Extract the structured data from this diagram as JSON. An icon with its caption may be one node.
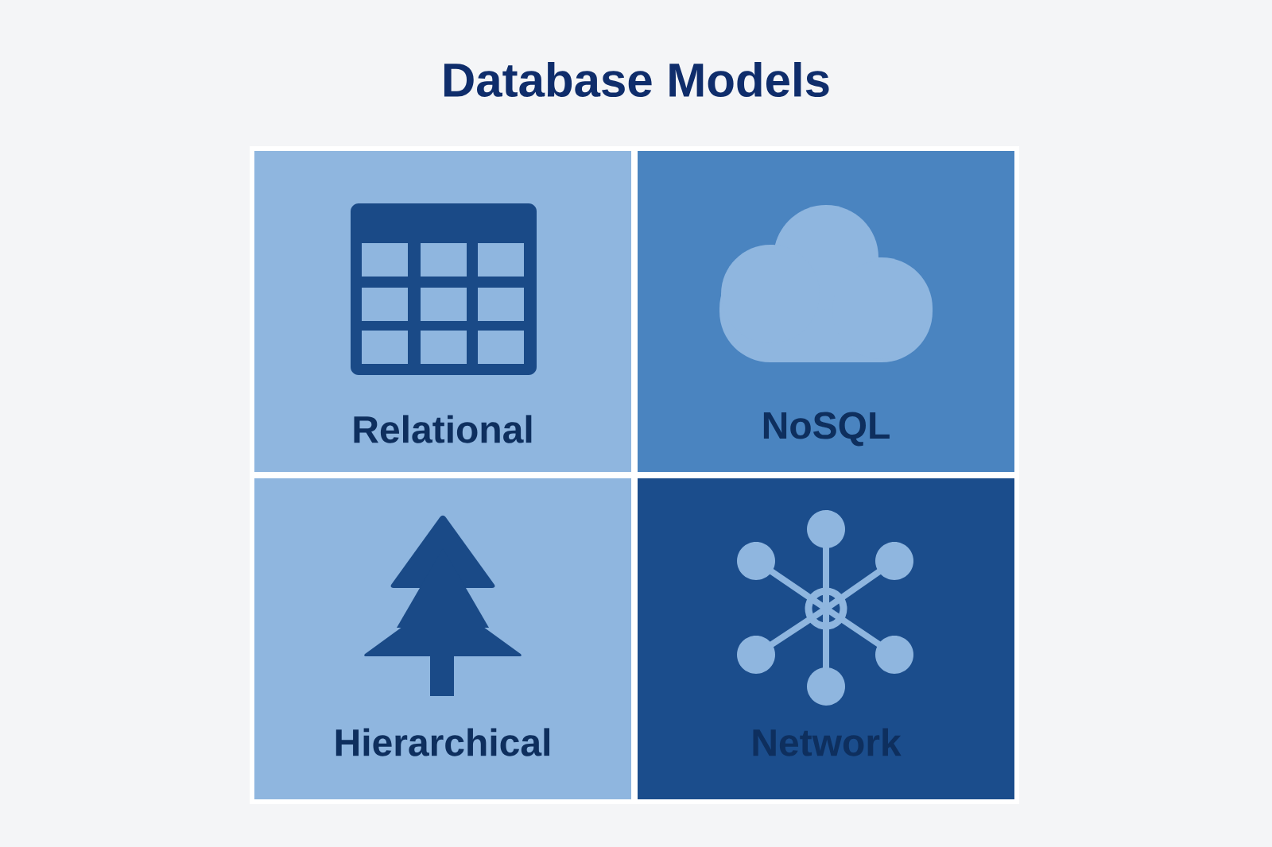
{
  "diagram": {
    "title": "Database Models",
    "nodes": [
      {
        "text": [
          "Relational"
        ]
      },
      {
        "text": [
          "NoSQL"
        ]
      },
      {
        "text": [
          "Hierarchical"
        ]
      },
      {
        "text": [
          "Network"
        ]
      }
    ]
  }
}
